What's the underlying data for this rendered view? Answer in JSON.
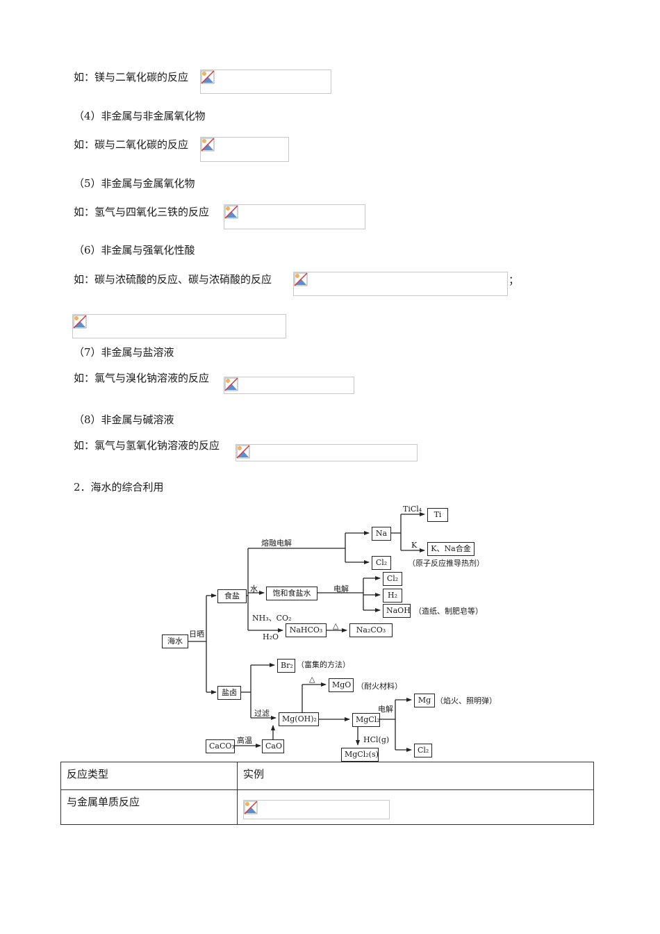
{
  "lines": {
    "l1": "如：镁与二氧化碳的反应",
    "l2": "（4）非金属与非金属氧化物",
    "l3": "如：碳与二氧化碳的反应",
    "l4": "（5）非金属与金属氧化物",
    "l5": "如：氢气与四氧化三铁的反应",
    "l6": "（6）非金属与强氧化性酸",
    "l7": "如：碳与浓硫酸的反应、碳与浓硝酸的反应",
    "l7_tail": "；",
    "l8": "（7）非金属与盐溶液",
    "l9": "如：氯气与溴化钠溶液的反应",
    "l10": "（8）非金属与碱溶液",
    "l11": "如：氯气与氢氧化钠溶液的反应",
    "l12": "2．海水的综合利用"
  },
  "diagram": {
    "nodes": {
      "seawater": "海水",
      "salt": "食盐",
      "brine": "盐卤",
      "na": "Na",
      "ti": "Ti",
      "kna": "K、Na合金",
      "cl2_a": "Cl₂",
      "sat_brine": "饱和食盐水",
      "cl2_b": "Cl₂",
      "h2": "H₂",
      "naoh": "NaOH",
      "nahco3": "NaHCO₃",
      "na2co3": "Na₂CO₃",
      "br2": "Br₂",
      "mgo": "MgO",
      "mgoh2": "Mg(OH)₂",
      "mgcl2": "MgCl₂",
      "mg": "Mg",
      "cl2_c": "Cl₂",
      "mgcl2s": "MgCl₂(s)",
      "caco3": "CaCO₃",
      "cao": "CaO"
    },
    "labels": {
      "ticl4": "TiCl₄",
      "k": "K",
      "nuclear": "（原子反应推导热剂）",
      "melt_elec": "熔融电解",
      "water": "水",
      "elec1": "电解",
      "naoh_use": "（造纸、制肥皂等）",
      "nh3co2": "NH₃、CO₂",
      "h2o": "H₂O",
      "delta1": "△",
      "sun": "日晒",
      "br2_use": "（富集的方法）",
      "delta2": "△",
      "mgo_use": "（耐火材料）",
      "filter": "过滤",
      "elec2": "电解",
      "mg_use": "（焰火、照明弹）",
      "hcl": "HCl(g)",
      "high_temp": "高温"
    }
  },
  "table": {
    "headers": [
      "反应类型",
      "实例"
    ],
    "rows": [
      [
        "与金属单质反应",
        ""
      ]
    ]
  }
}
